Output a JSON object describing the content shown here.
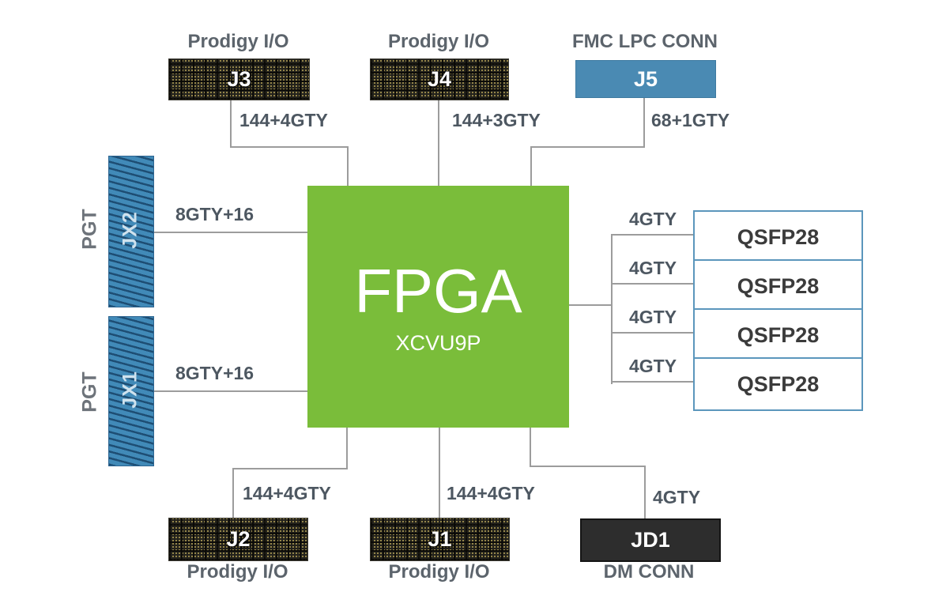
{
  "diagram": {
    "fpga": {
      "label": "FPGA",
      "part": "XCVU9P"
    },
    "top_blocks": [
      {
        "caption": "Prodigy I/O",
        "label": "J3",
        "link_label": "144+4GTY"
      },
      {
        "caption": "Prodigy I/O",
        "label": "J4",
        "link_label": "144+3GTY"
      },
      {
        "caption": "FMC LPC CONN",
        "label": "J5",
        "link_label": "68+1GTY"
      }
    ],
    "left_blocks": [
      {
        "caption": "PGT",
        "label": "JX2",
        "link_label": "8GTY+16"
      },
      {
        "caption": "PGT",
        "label": "JX1",
        "link_label": "8GTY+16"
      }
    ],
    "right_blocks": [
      {
        "label": "QSFP28",
        "link_label": "4GTY"
      },
      {
        "label": "QSFP28",
        "link_label": "4GTY"
      },
      {
        "label": "QSFP28",
        "link_label": "4GTY"
      },
      {
        "label": "QSFP28",
        "link_label": "4GTY"
      }
    ],
    "bottom_blocks": [
      {
        "caption": "Prodigy I/O",
        "label": "J2",
        "link_label": "144+4GTY"
      },
      {
        "caption": "Prodigy I/O",
        "label": "J1",
        "link_label": "144+4GTY"
      },
      {
        "caption": "DM CONN",
        "label": "JD1",
        "link_label": "4GTY"
      }
    ],
    "colors": {
      "fpga_green": "#7ABD3A",
      "fmc_blue": "#4A8AB3",
      "qsfp_border_blue": "#5B96BC",
      "pgt_hatch_blue": "#418AB8",
      "pgt_hatch_stripe": "#1E4E74",
      "connector_dark": "#23221C",
      "connector_pin_gold": "#94854A",
      "dm_conn_dark": "#2D2D2D",
      "line_gray": "#9C9C9C",
      "label_gray": "#5C646C"
    }
  }
}
